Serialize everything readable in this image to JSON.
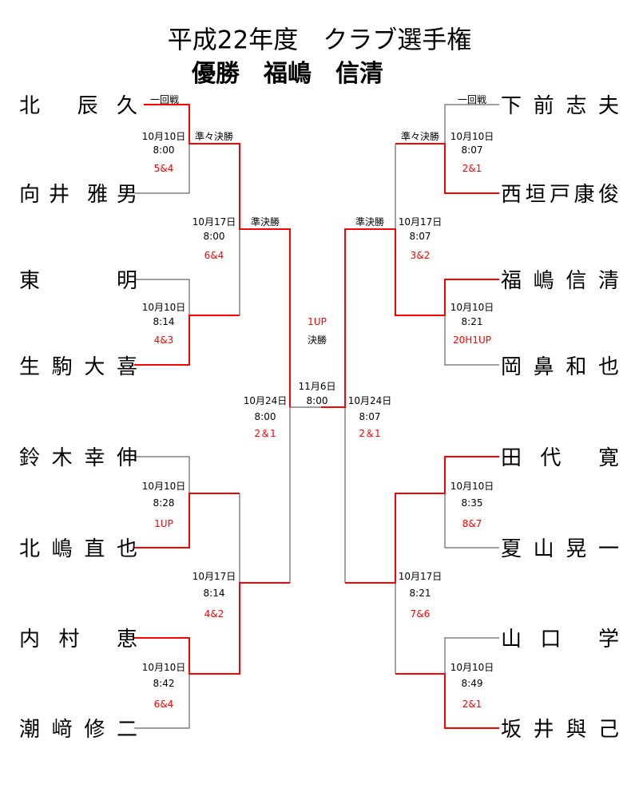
{
  "title": "平成22年度　クラブ選手権",
  "champion": "優勝　福嶋　信清",
  "colors": {
    "winner_line": "#ff0000",
    "loser_line": "#666666",
    "score": "#ff0000"
  },
  "round_labels": {
    "first": "一回戦",
    "quarter": "準々決勝",
    "semi": "準決勝",
    "final": "決勝"
  },
  "left_players": [
    "北　辰久",
    "向井　雅男",
    "東　明",
    "生駒大喜",
    "鈴木幸伸",
    "北嶋直也",
    "内村　恵",
    "潮﨑修二"
  ],
  "right_players": [
    "下前志夫",
    "西垣戸康俊",
    "福嶋信清",
    "岡鼻和也",
    "田代　寛",
    "夏山晃一",
    "山口　学",
    "坂井與己"
  ],
  "left_r1": [
    {
      "date": "10月10日",
      "time": "8:00",
      "score": "5&4"
    },
    {
      "date": "10月10日",
      "time": "8:14",
      "score": "4&3"
    },
    {
      "date": "10月10日",
      "time": "8:28",
      "score": "1UP"
    },
    {
      "date": "10月10日",
      "time": "8:42",
      "score": "6&4"
    }
  ],
  "left_qf": [
    {
      "date": "10月17日",
      "time": "8:00",
      "score": "6&4"
    },
    {
      "date": "10月17日",
      "time": "8:14",
      "score": "4&2"
    }
  ],
  "left_sf": {
    "date": "10月24日",
    "time": "8:00",
    "score": "2＆1"
  },
  "right_r1": [
    {
      "date": "10月10日",
      "time": "8:07",
      "score": "2&1"
    },
    {
      "date": "10月10日",
      "time": "8:21",
      "score": "20H1UP"
    },
    {
      "date": "10月10日",
      "time": "8:35",
      "score": "8&7"
    },
    {
      "date": "10月10日",
      "time": "8:49",
      "score": "2&1"
    }
  ],
  "right_qf": [
    {
      "date": "10月17日",
      "time": "8:07",
      "score": "3&2"
    },
    {
      "date": "10月17日",
      "time": "8:21",
      "score": "7&6"
    }
  ],
  "right_sf": {
    "date": "10月24日",
    "time": "8:07",
    "score": "2＆1"
  },
  "final": {
    "date": "11月6日",
    "time": "8:00",
    "score": "1UP"
  }
}
